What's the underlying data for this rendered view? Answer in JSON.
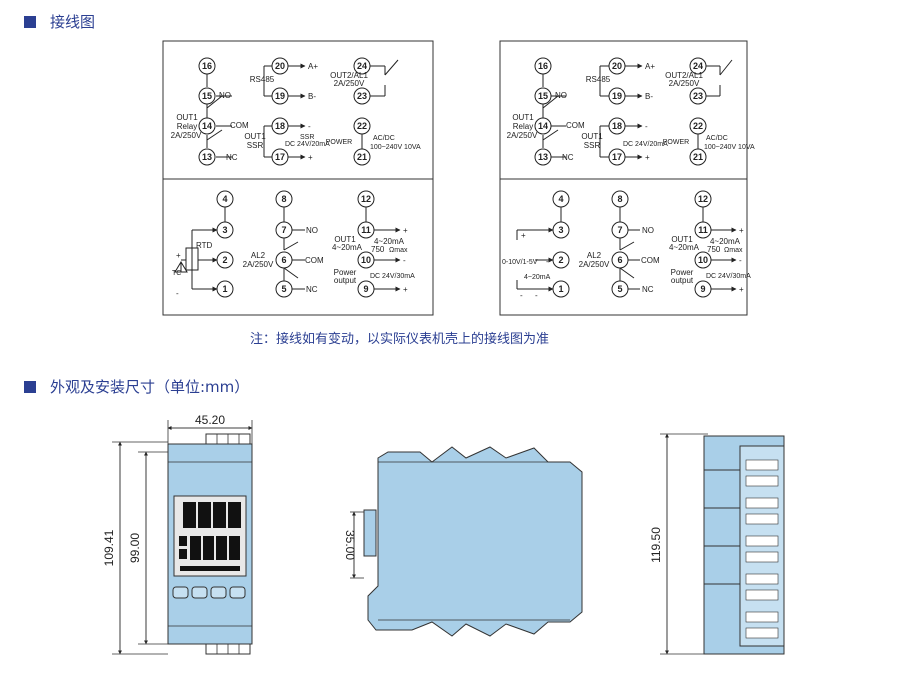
{
  "sections": {
    "wiring_title": "接线图",
    "dimension_title": "外观及安装尺寸（单位:mm）"
  },
  "note": "注：接线如有变动，以实际仪表机壳上的接线图为准",
  "terminals": {
    "t1": "1",
    "t2": "2",
    "t3": "3",
    "t4": "4",
    "t5": "5",
    "t6": "6",
    "t7": "7",
    "t8": "8",
    "t9": "9",
    "t10": "10",
    "t11": "11",
    "t12": "12",
    "t13": "13",
    "t14": "14",
    "t15": "15",
    "t16": "16",
    "t17": "17",
    "t18": "18",
    "t19": "19",
    "t20": "20",
    "t21": "21",
    "t22": "22",
    "t23": "23",
    "t24": "24"
  },
  "labels": {
    "no": "NO",
    "com": "COM",
    "nc": "NC",
    "out1": "OUT1",
    "relay": "Relay",
    "relay_rating": "2A/250V",
    "rs485": "RS485",
    "a_plus": "A+",
    "b_minus": "B-",
    "out2_al1": "OUT2/AL1",
    "out2_rating": "2A/250V",
    "ssr": "SSR",
    "ssr_rating": "SSR",
    "ssr_dc": "DC 24V/20mA",
    "ssr_dc_right": "DC 24V/20mA",
    "power": "POWER",
    "ac_dc": "AC/DC",
    "power_rating": "100~240V 10VA",
    "minus": "-",
    "plus": "+",
    "rtd": "RTD",
    "tc": "TC",
    "al2": "AL2",
    "al2_rating": "2A/250V",
    "out1_current": "4~20mA",
    "load": "750",
    "load_unit": "Ωmax",
    "power_output_1": "Power",
    "power_output_2": "output",
    "dc_output": "DC 24V/30mA",
    "voltage_input": "0-10V/1-5V",
    "current_input": "4~20mA"
  },
  "dimensions": {
    "width": "45.20",
    "outer_height": "109.41",
    "inner_height": "99.00",
    "rail": "35.00",
    "depth_height": "119.50"
  },
  "colors": {
    "accent": "#2b3f92",
    "device_fill": "#a9cfe8",
    "device_stroke": "#333333"
  }
}
